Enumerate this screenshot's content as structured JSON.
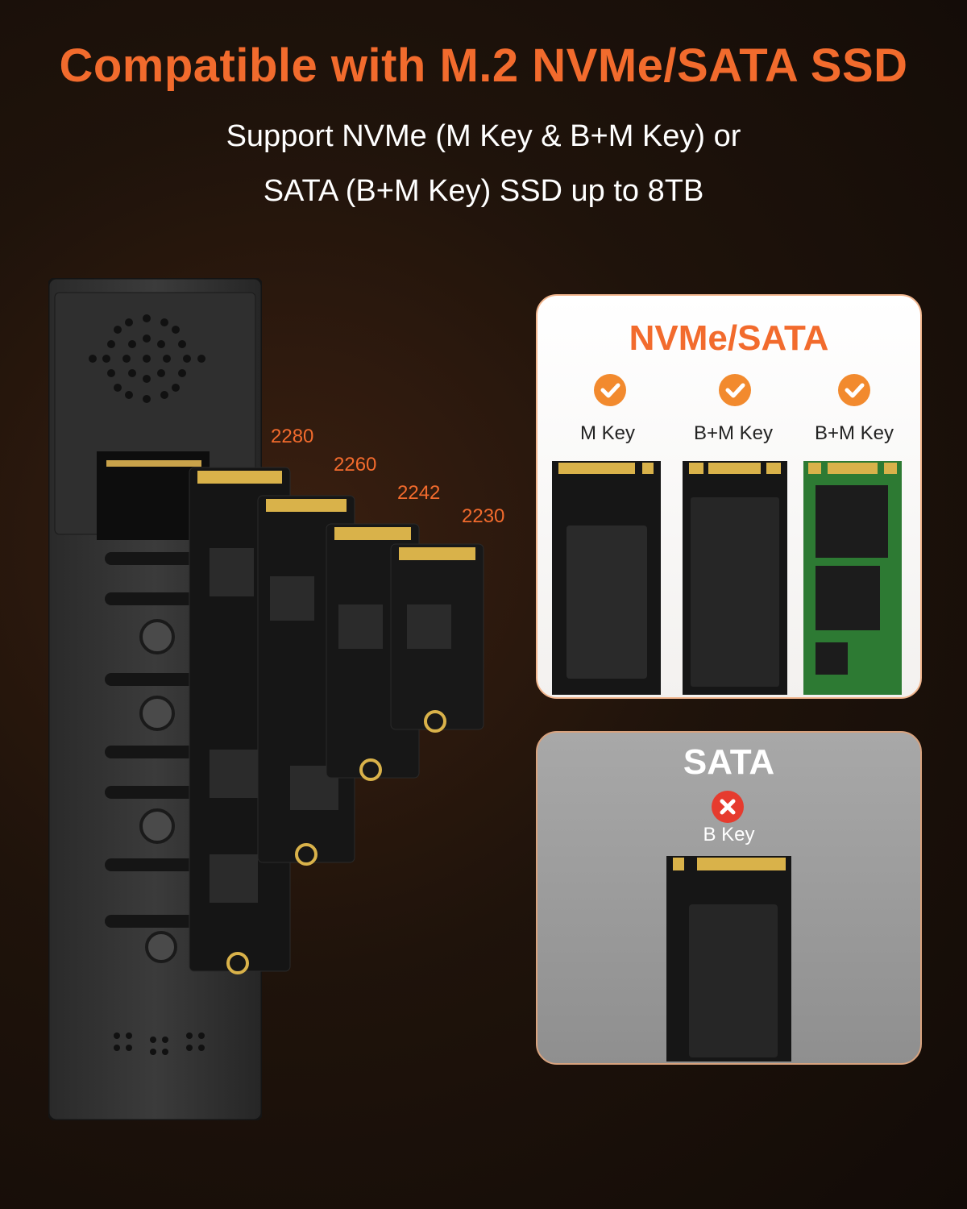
{
  "header": {
    "title": "Compatible with M.2 NVMe/SATA SSD",
    "subtitle_line1": "Support NVMe (M Key & B+M Key) or",
    "subtitle_line2": "SATA (B+M Key) SSD up to 8TB"
  },
  "sizes": [
    "2280",
    "2260",
    "2242",
    "2230"
  ],
  "nvme_card": {
    "title": "NVMe/SATA",
    "keys": [
      "M Key",
      "B+M Key",
      "B+M Key"
    ]
  },
  "sata_card": {
    "title": "SATA",
    "key": "B Key"
  },
  "colors": {
    "accent": "#f26b2d",
    "check": "#f28a2e",
    "cross": "#e63b2e",
    "background": "#1f130b"
  },
  "icons": {
    "supported": "check-circle-icon",
    "unsupported": "x-circle-icon"
  }
}
